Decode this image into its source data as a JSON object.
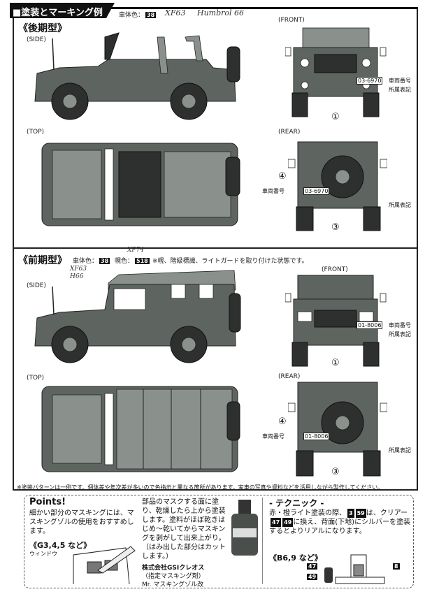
{
  "header": {
    "title": "■塗装とマーキング例"
  },
  "late": {
    "title": "《後期型》",
    "body_color_label": "車体色：",
    "body_color_code": "38",
    "handwritten": [
      "XF63",
      "Humbrol 66"
    ],
    "views": {
      "side": "(SIDE)",
      "front": "(FRONT)",
      "top": "(TOP)",
      "rear": "(REAR)"
    },
    "front_plate": "03-6970",
    "rear_plate": "03-6970",
    "plate_label": "車両番号",
    "unit_label": "所属表記",
    "markers": {
      "front": "①",
      "rear_left": "④",
      "rear_bottom": "③"
    }
  },
  "early": {
    "title": "《前期型》",
    "body_color_label": "車体色：",
    "body_color_code": "38",
    "canopy_color_label": "幌色：",
    "canopy_color_code": "518",
    "note": "※幌、階級標識、ライトガードを取り付けた状態です。",
    "handwritten": [
      "XF74",
      "XF63",
      "H66"
    ],
    "views": {
      "side": "(SIDE)",
      "front": "(FRONT)",
      "top": "(TOP)",
      "rear": "(REAR)"
    },
    "front_plate": "01-8006",
    "rear_plate": "01-8006",
    "plate_label": "車両番号",
    "unit_label": "所属表記",
    "markers": {
      "front": "①",
      "rear_left": "④",
      "rear_bottom": "③"
    }
  },
  "footnote": "※塗装パターンは一例です。個体差や年次差が多いので色指示と異なる箇所があります。実車の写真や資料などを活用しながら製作してください。",
  "points": {
    "title": "Points!",
    "text1": "細かい部分のマスキングには、マスキングゾルの使用をおすすめします。",
    "ref": "《G3,4,5 など》",
    "ref_sub": "ウィンドウ",
    "text2": "部品のマスクする面に塗り、乾燥したら上から塗装します。塗料がほぼ乾きはじめ～乾いてからマスキングを剥がして出来上がり。（はみ出した部分はカットします。）",
    "maker": "株式会社GSIクレオス",
    "product_label": "（指定マスキング剤）",
    "product": "Mr. マスキングゾル改"
  },
  "technique": {
    "title": "- テクニック -",
    "text_a": "赤・橙ライト塗装の際、",
    "chip_a": "3",
    "chip_b": "59",
    "text_b": "は、クリアー",
    "chip_c": "47",
    "chip_d": "49",
    "text_c": "に換え、背面(下地)にシルバーを塗装するとよりリアルになります。",
    "ref": "《B6,9 など》",
    "parts": [
      "47",
      "49",
      "8"
    ]
  }
}
